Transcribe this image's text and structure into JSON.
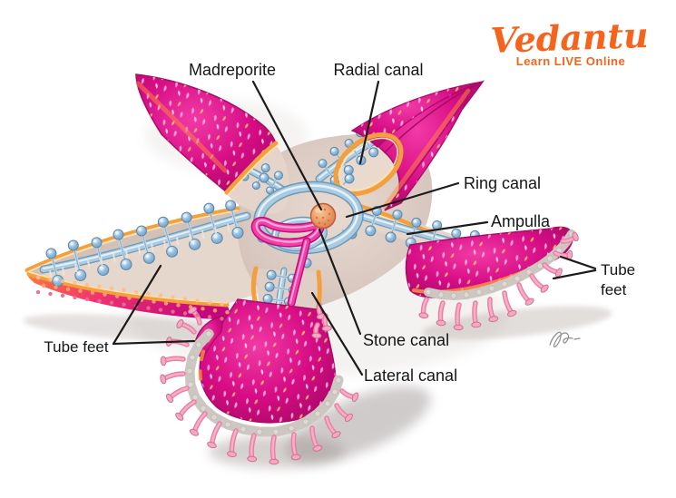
{
  "logo": {
    "brand": "Vedantu",
    "tagline": "Learn LIVE Online"
  },
  "labels": {
    "madreporite": "Madreporite",
    "radial_canal": "Radial canal",
    "ring_canal": "Ring canal",
    "ampulla": "Ampulla",
    "tube_feet_right": {
      "line1": "Tube",
      "line2": "feet"
    },
    "tube_feet_left": "Tube feet",
    "stone_canal": "Stone canal",
    "lateral_canal": "Lateral canal"
  },
  "colors": {
    "label_black": "#161616",
    "logo_orange": "#F4641D",
    "body_magenta": "#D60C84",
    "spine_pink": "#FF9FD2",
    "spine_orange": "#FFAD6E",
    "rim_orange": "#F49F3D",
    "interior_beige": "#DCCBC3",
    "canal_blue": "#A9CBE2",
    "canal_outline": "#5A87A8",
    "stalk_light": "#C7D8E6",
    "tube_feet_pink": "#E87FA5",
    "tube_feet_pink_light": "#F7AFC6",
    "ossicle_grey": "#CDC7C2",
    "ossicle_grey_light": "#DED9D4",
    "madreporite_tan": "#E8935F",
    "underside_dot": "#FFBE8C"
  }
}
